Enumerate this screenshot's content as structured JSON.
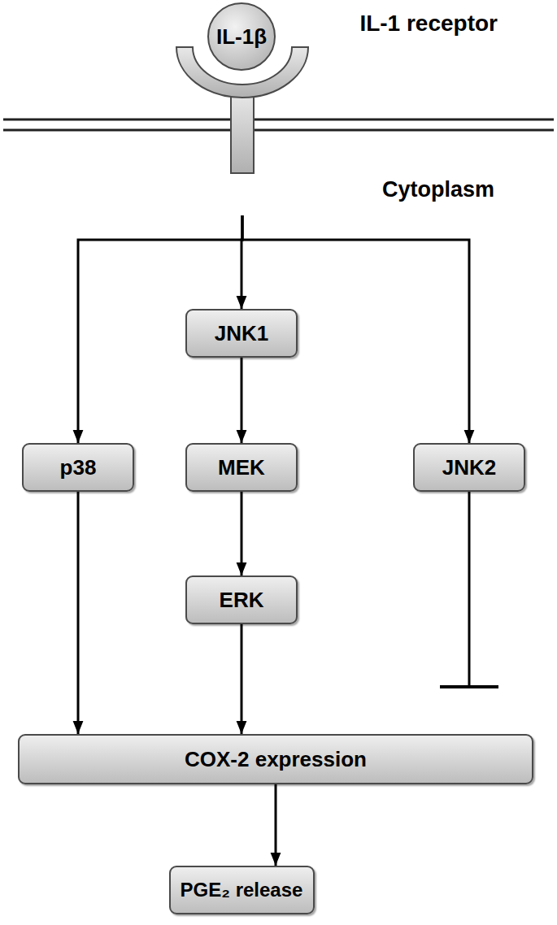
{
  "diagram": {
    "nodes": [
      {
        "text": [
          "IL-1β"
        ]
      },
      {
        "text": [
          "IL-1 receptor"
        ]
      },
      {
        "text": [
          "JNK1"
        ]
      },
      {
        "text": [
          "p38"
        ]
      },
      {
        "text": [
          "MEK"
        ]
      },
      {
        "text": [
          "JNK2"
        ]
      },
      {
        "text": [
          "ERK"
        ]
      },
      {
        "text": [
          "COX-2 expression"
        ]
      },
      {
        "text": [
          "PGE₂ release"
        ]
      }
    ],
    "edges": [
      {
        "from": 1,
        "to": 3,
        "arrow": "to"
      },
      {
        "from": 1,
        "to": 2,
        "arrow": "to"
      },
      {
        "from": 1,
        "to": 5,
        "arrow": "to"
      },
      {
        "from": 2,
        "to": 4,
        "arrow": "to"
      },
      {
        "from": 4,
        "to": 6,
        "arrow": "to"
      },
      {
        "from": 3,
        "to": 7,
        "arrow": "to"
      },
      {
        "from": 6,
        "to": 7,
        "arrow": "to"
      },
      {
        "from": 5,
        "to": 7,
        "arrow": "to"
      },
      {
        "from": 7,
        "to": 8,
        "arrow": "to"
      }
    ],
    "labels": [
      "Cytoplasm"
    ]
  }
}
